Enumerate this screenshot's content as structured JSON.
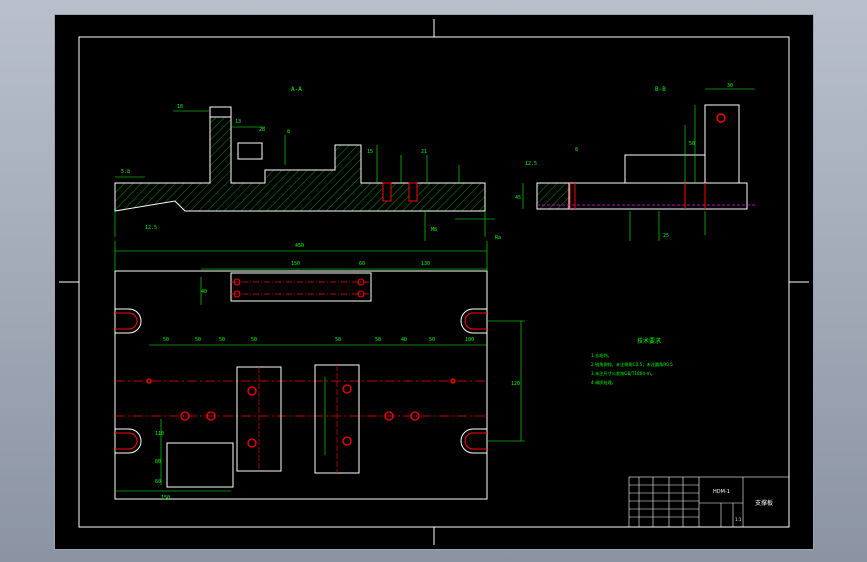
{
  "drawing": {
    "section_label_left": "A-A",
    "section_label_right": "B-B",
    "corner_roughness": "Ra",
    "notes_title": "技术要求",
    "notes": [
      "1.去毛刺。",
      "2.锐角倒钝，未注倒角C0.5，未注圆角R0.5",
      "3.未注尺寸公差按GB/T1804-m。",
      "4.调质处理。"
    ],
    "dims_top_left": [
      "18",
      "13",
      "28",
      "8",
      "15",
      "21",
      "5.8",
      "12.5",
      "M8"
    ],
    "dims_plan": [
      "450",
      "150",
      "60",
      "130",
      "40",
      "50",
      "50",
      "50",
      "50",
      "50",
      "50",
      "40",
      "50",
      "100",
      "120",
      "110",
      "80",
      "60",
      "150"
    ],
    "dims_right": [
      "30",
      "50",
      "45",
      "12.5",
      "8",
      "25"
    ],
    "title_block": {
      "drawing_no": "HDM-1",
      "part_name": "支撑板",
      "scale": "1:1"
    },
    "colors": {
      "outline": "#ffffff",
      "dimension": "#00ff00",
      "centerline": "#ff0000",
      "hatch": "#00ff00",
      "hidden": "#ff00ff",
      "border": "#ffffff"
    }
  }
}
